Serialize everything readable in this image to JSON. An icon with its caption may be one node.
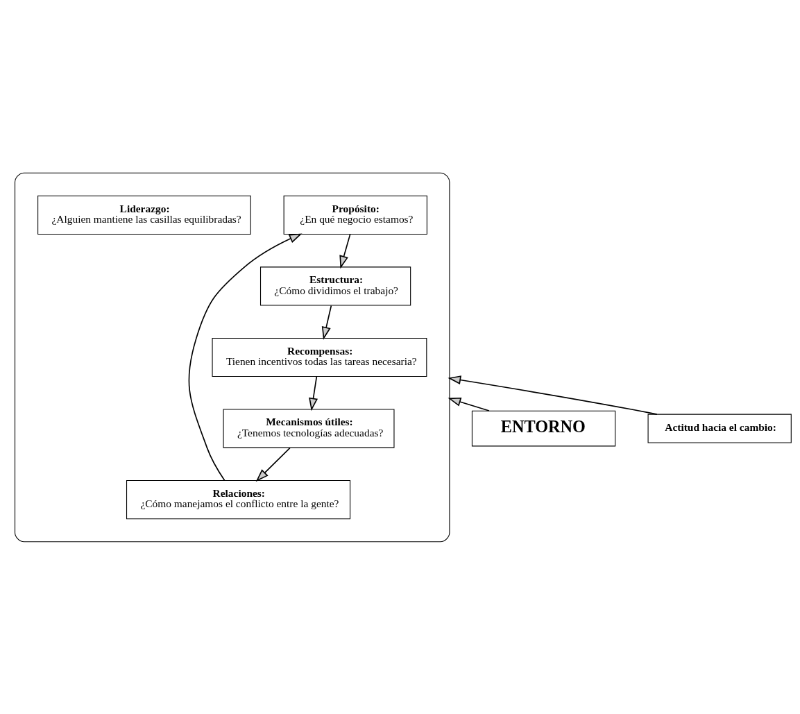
{
  "diagram": {
    "nodes": [
      {
        "text": [],
        "shape": "ellipse"
      },
      {
        "text": [
          "Propósito:",
          "¿En qué negocio estamos?"
        ],
        "in": 0
      },
      {
        "text": [
          "Relaciones:",
          "¿Cómo manejamos el conflicto entre la gente?"
        ],
        "in": 0
      },
      {
        "text": [
          "Estructura:",
          "¿Cómo dividimos el trabajo?"
        ],
        "in": 0
      },
      {
        "text": [
          "Liderazgo:",
          "¿Alguien mantiene las casillas equilibradas?"
        ],
        "in": 0
      },
      {
        "text": [
          "Mecanismos útiles:",
          "¿Tenemos tecnologías adecuadas?"
        ],
        "in": 0
      },
      {
        "text": [
          "Recompensas:",
          "Tienen incentivos todas las tareas necesaria?"
        ],
        "in": 0
      },
      {
        "text": [
          "ENTORNO"
        ]
      },
      {
        "text": [
          "Actitud hacia el cambio:"
        ]
      }
    ],
    "edges": [
      {
        "from": 2,
        "to": 1,
        "arrow": "to"
      },
      {
        "from": 1,
        "to": 3,
        "arrow": "to"
      },
      {
        "from": 3,
        "to": 6,
        "arrow": "to"
      },
      {
        "from": 6,
        "to": 5,
        "arrow": "to"
      },
      {
        "from": 5,
        "to": 2,
        "arrow": "to"
      },
      {
        "from": 7,
        "to": 0,
        "arrow": "to"
      },
      {
        "from": 8,
        "to": 0,
        "arrow": "to"
      }
    ]
  }
}
